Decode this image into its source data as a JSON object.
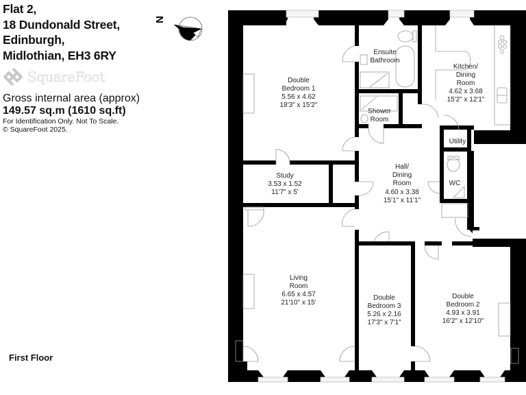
{
  "property": {
    "address_lines": [
      "Flat 2,",
      "18 Dundonald Street,",
      "Edinburgh,",
      "Midlothian, EH3 6RY"
    ],
    "brand": "SquareFoot",
    "gross_area_label": "Gross internal area (approx)",
    "gross_area_value": "149.57 sq.m (1610 sq.ft)",
    "disclaimer": "For Identification Only. Not To Scale.",
    "copyright": "© SquareFoot 2025."
  },
  "compass": {
    "label": "N"
  },
  "floor_label": "First Floor",
  "rooms": {
    "bedroom1": {
      "lines": [
        "Double",
        "Bedroom 1",
        "5.56 x 4.62",
        "18'3\" x 15'2\""
      ]
    },
    "ensuite": {
      "lines": [
        "Ensuite",
        "Bathroom"
      ]
    },
    "kitchen": {
      "lines": [
        "Kitchen/",
        "Dining",
        "Room",
        "4.62 x 3.68",
        "15'2\" x 12'1\""
      ]
    },
    "shower": {
      "lines": [
        "Shower",
        "Room"
      ]
    },
    "utility": {
      "lines": [
        "Utility"
      ]
    },
    "study": {
      "lines": [
        "Study",
        "3.53 x 1.52",
        "11'7\" x 5'"
      ]
    },
    "hall": {
      "lines": [
        "Hall/",
        "Dining",
        "Room",
        "4.60 x 3.38",
        "15'1\" x 11'1\""
      ]
    },
    "wc": {
      "lines": [
        "WC"
      ]
    },
    "living": {
      "lines": [
        "Living",
        "Room",
        "6.65 x 4.57",
        "21'10\" x 15'"
      ]
    },
    "bedroom3": {
      "lines": [
        "Double",
        "Bedroom 3",
        "5.26 x 2.16",
        "17'3\" x 7'1\""
      ]
    },
    "bedroom2": {
      "lines": [
        "Double",
        "Bedroom 2",
        "4.93 x 3.91",
        "16'2\" x 12'10\""
      ]
    }
  },
  "colors": {
    "wall": "#000000",
    "fixture_line": "#9a9a9a",
    "logo_grey": "#c8c8c8",
    "text": "#111111"
  }
}
